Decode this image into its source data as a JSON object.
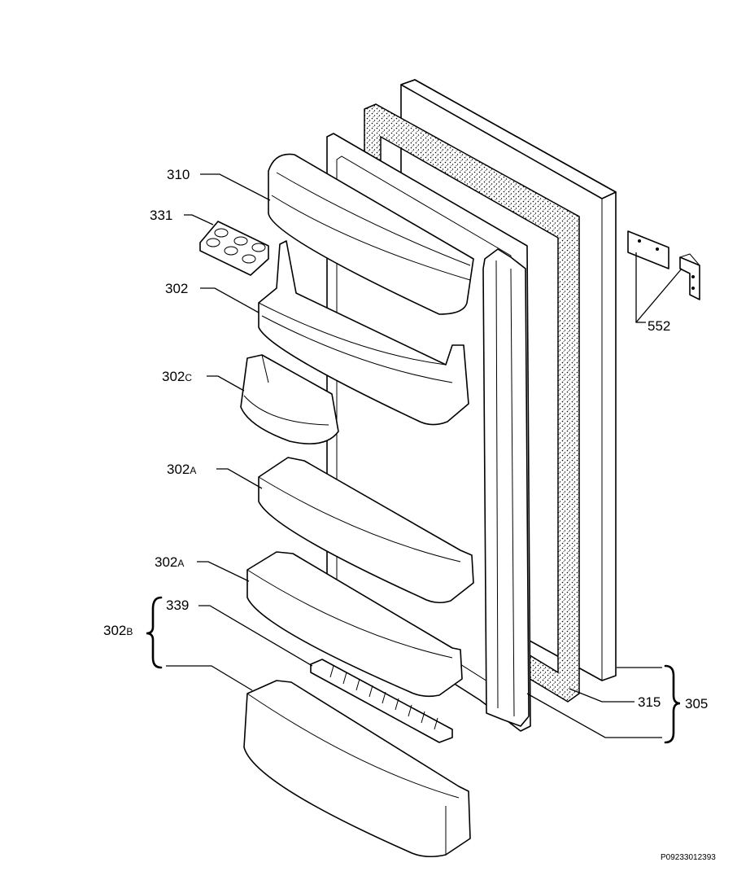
{
  "labels": {
    "p310": "310",
    "p331": "331",
    "p302": "302",
    "p302c_num": "302",
    "p302c_sfx": "C",
    "p302a_1_num": "302",
    "p302a_1_sfx": "A",
    "p302a_2_num": "302",
    "p302a_2_sfx": "A",
    "p339": "339",
    "p302b_num": "302",
    "p302b_sfx": "B",
    "p552": "552",
    "p315": "315",
    "p305": "305"
  },
  "drawing_code": "P09233012393"
}
